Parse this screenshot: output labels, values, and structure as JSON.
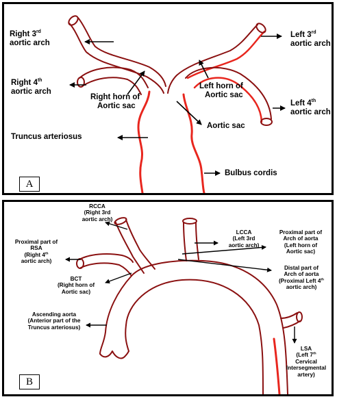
{
  "colors": {
    "outline": "#8a1010",
    "highlight": "#e8261e",
    "arrow": "#000000",
    "border": "#000000"
  },
  "panel_a": {
    "tag": "A",
    "labels": {
      "right_3rd": "Right 3rd aortic arch",
      "right_4th": "Right 4th aortic arch",
      "right_horn": "Right horn of Aortic sac",
      "truncus": "Truncus arteriosus",
      "left_3rd": "Left 3rd aortic arch",
      "left_horn": "Left horn of Aortic sac",
      "left_4th": "Left 4th aortic arch",
      "aortic_sac": "Aortic sac",
      "bulbus": "Bulbus cordis"
    }
  },
  "panel_b": {
    "tag": "B",
    "labels": {
      "rcca": "RCCA\n(Right 3rd\naortic arch)",
      "prox_rsa": "Proximal part of\nRSA\n(Right 4th\naortic arch)",
      "bct": "BCT\n(Right horn of\nAortic sac)",
      "ascending": "Ascending aorta\n(Anterior part of the\nTruncus arteriosus)",
      "lcca": "LCCA\n(Left 3rd\naortic arch)",
      "prox_arch": "Proximal part of\nArch of aorta\n(Left horn of\nAortic sac)",
      "distal_arch": "Distal part of\nArch of aorta\n(Proximal Left 4th\naortic arch)",
      "lsa": "LSA\n(Left 7th\nCervical\nIntersegmental\nartery)"
    }
  }
}
